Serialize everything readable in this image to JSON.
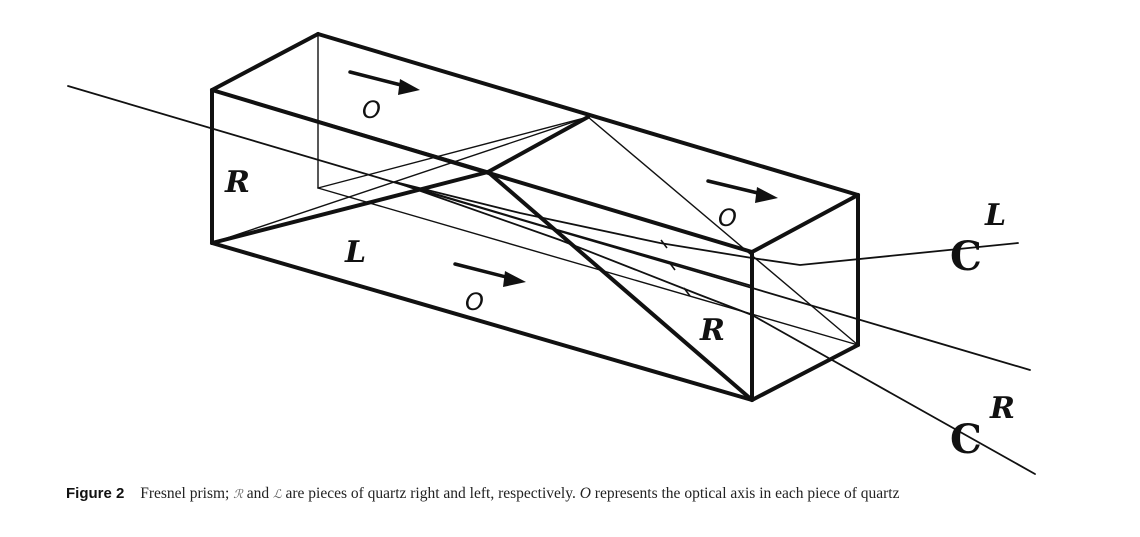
{
  "figure": {
    "labels": {
      "right_piece": "R",
      "left_piece": "L",
      "optical_axis": "O",
      "circular_symbol": "C"
    }
  },
  "caption": {
    "label": "Figure 2",
    "text_1": "Fresnel prism;",
    "sym_r": "ℛ",
    "text_2": "and",
    "sym_l": "ℒ",
    "text_3": "are pieces of quartz right and left, respectively.",
    "sym_o": "O",
    "text_4": "represents the optical axis in each piece of quartz"
  }
}
